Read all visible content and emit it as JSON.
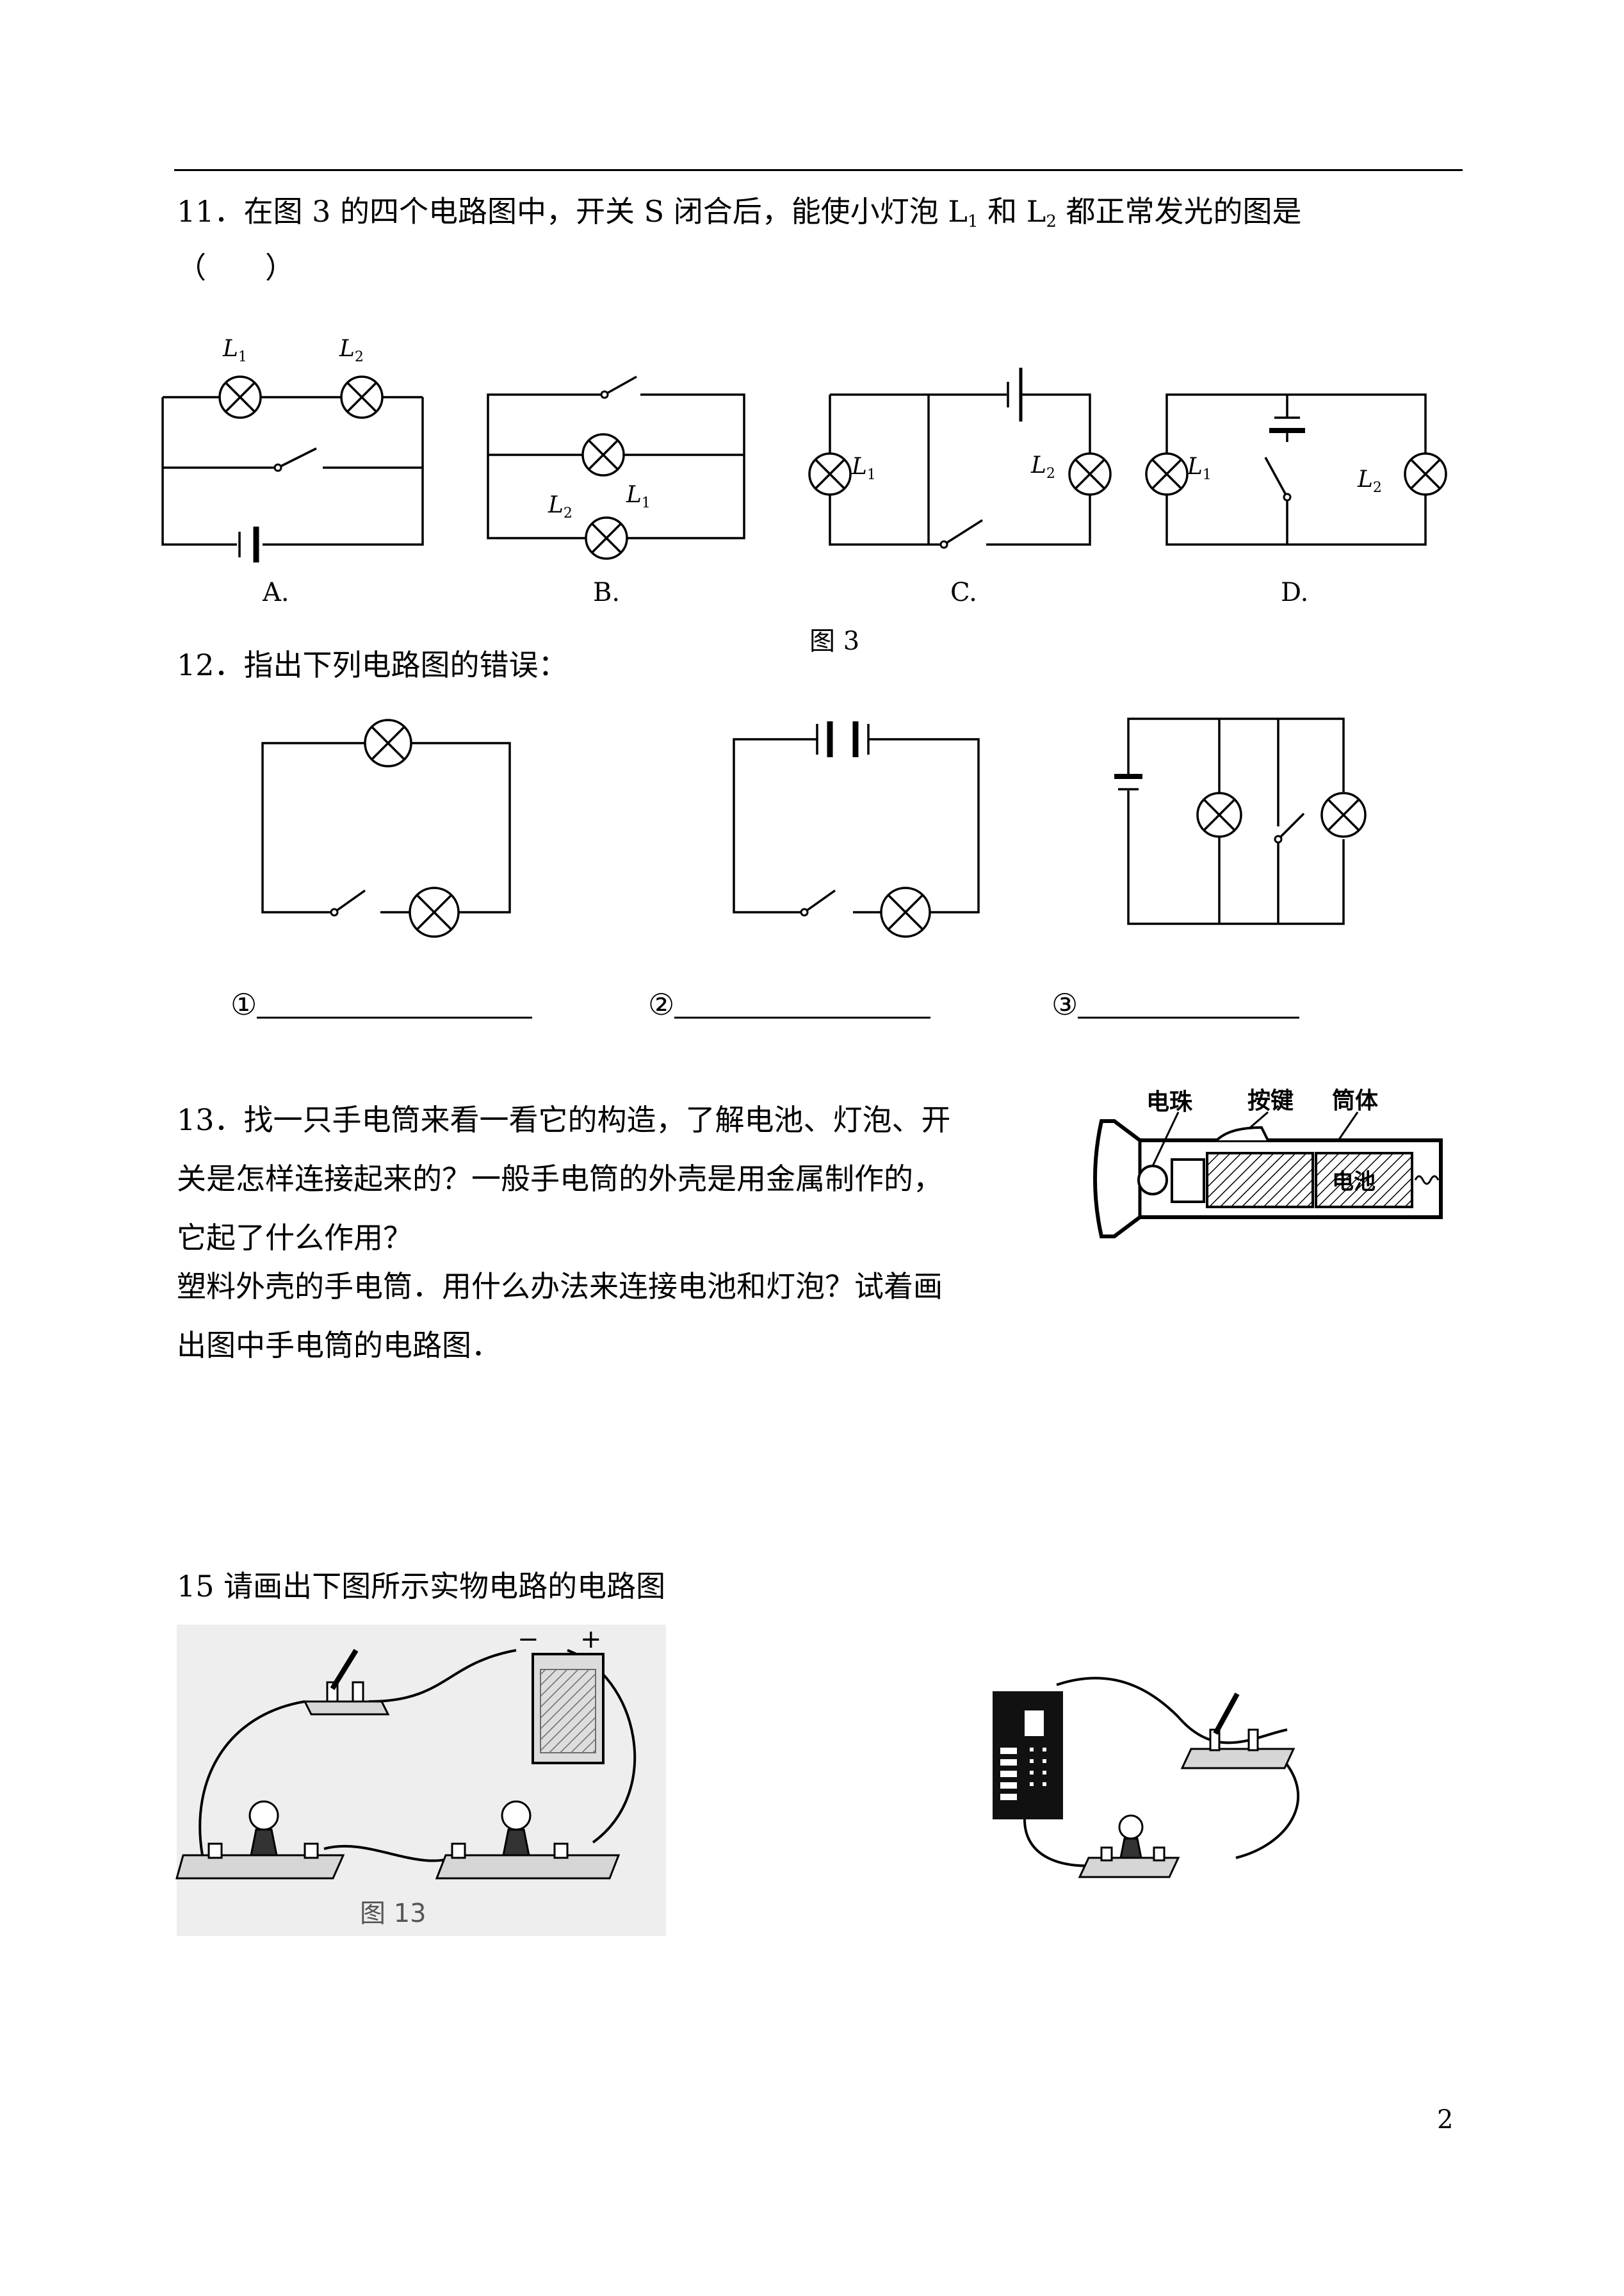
{
  "q11": {
    "line1": "11．在图 3 的四个电路图中，开关 S 闭合后，能使小灯泡 L",
    "sub1": "1",
    "mid": " 和 L",
    "sub2": "2",
    "end": " 都正常发光的图是",
    "line2": "（　　）",
    "option_a": "A.",
    "option_b": "B.",
    "option_c": "C.",
    "option_d": "D.",
    "figure_caption": "图 3",
    "lamp_letter": "L",
    "sub_1": "1",
    "sub_2": "2"
  },
  "q12": {
    "text": "12．指出下列电路图的错误：",
    "blank1": "①",
    "blank2": "②",
    "blank3": "③"
  },
  "q13": {
    "line1": "13．找一只手电筒来看一看它的构造，了解电池、灯泡、开",
    "line2": "关是怎样连接起来的？一般手电筒的外壳是用金属制作的，",
    "line3": "它起了什么作用？",
    "line4": "塑料外壳的手电筒．用什么办法来连接电池和灯泡？试着画",
    "line5": "出图中手电筒的电路图．",
    "flashlight_label_bulb": "电珠",
    "flashlight_label_button": "按键",
    "flashlight_label_body": "筒体",
    "flashlight_label_battery": "电池"
  },
  "q15": {
    "text": "15  请画出下图所示实物电路的电路图",
    "figure13_caption": "图 13",
    "battery_minus": "−",
    "battery_plus": "+"
  },
  "page_number": "2"
}
